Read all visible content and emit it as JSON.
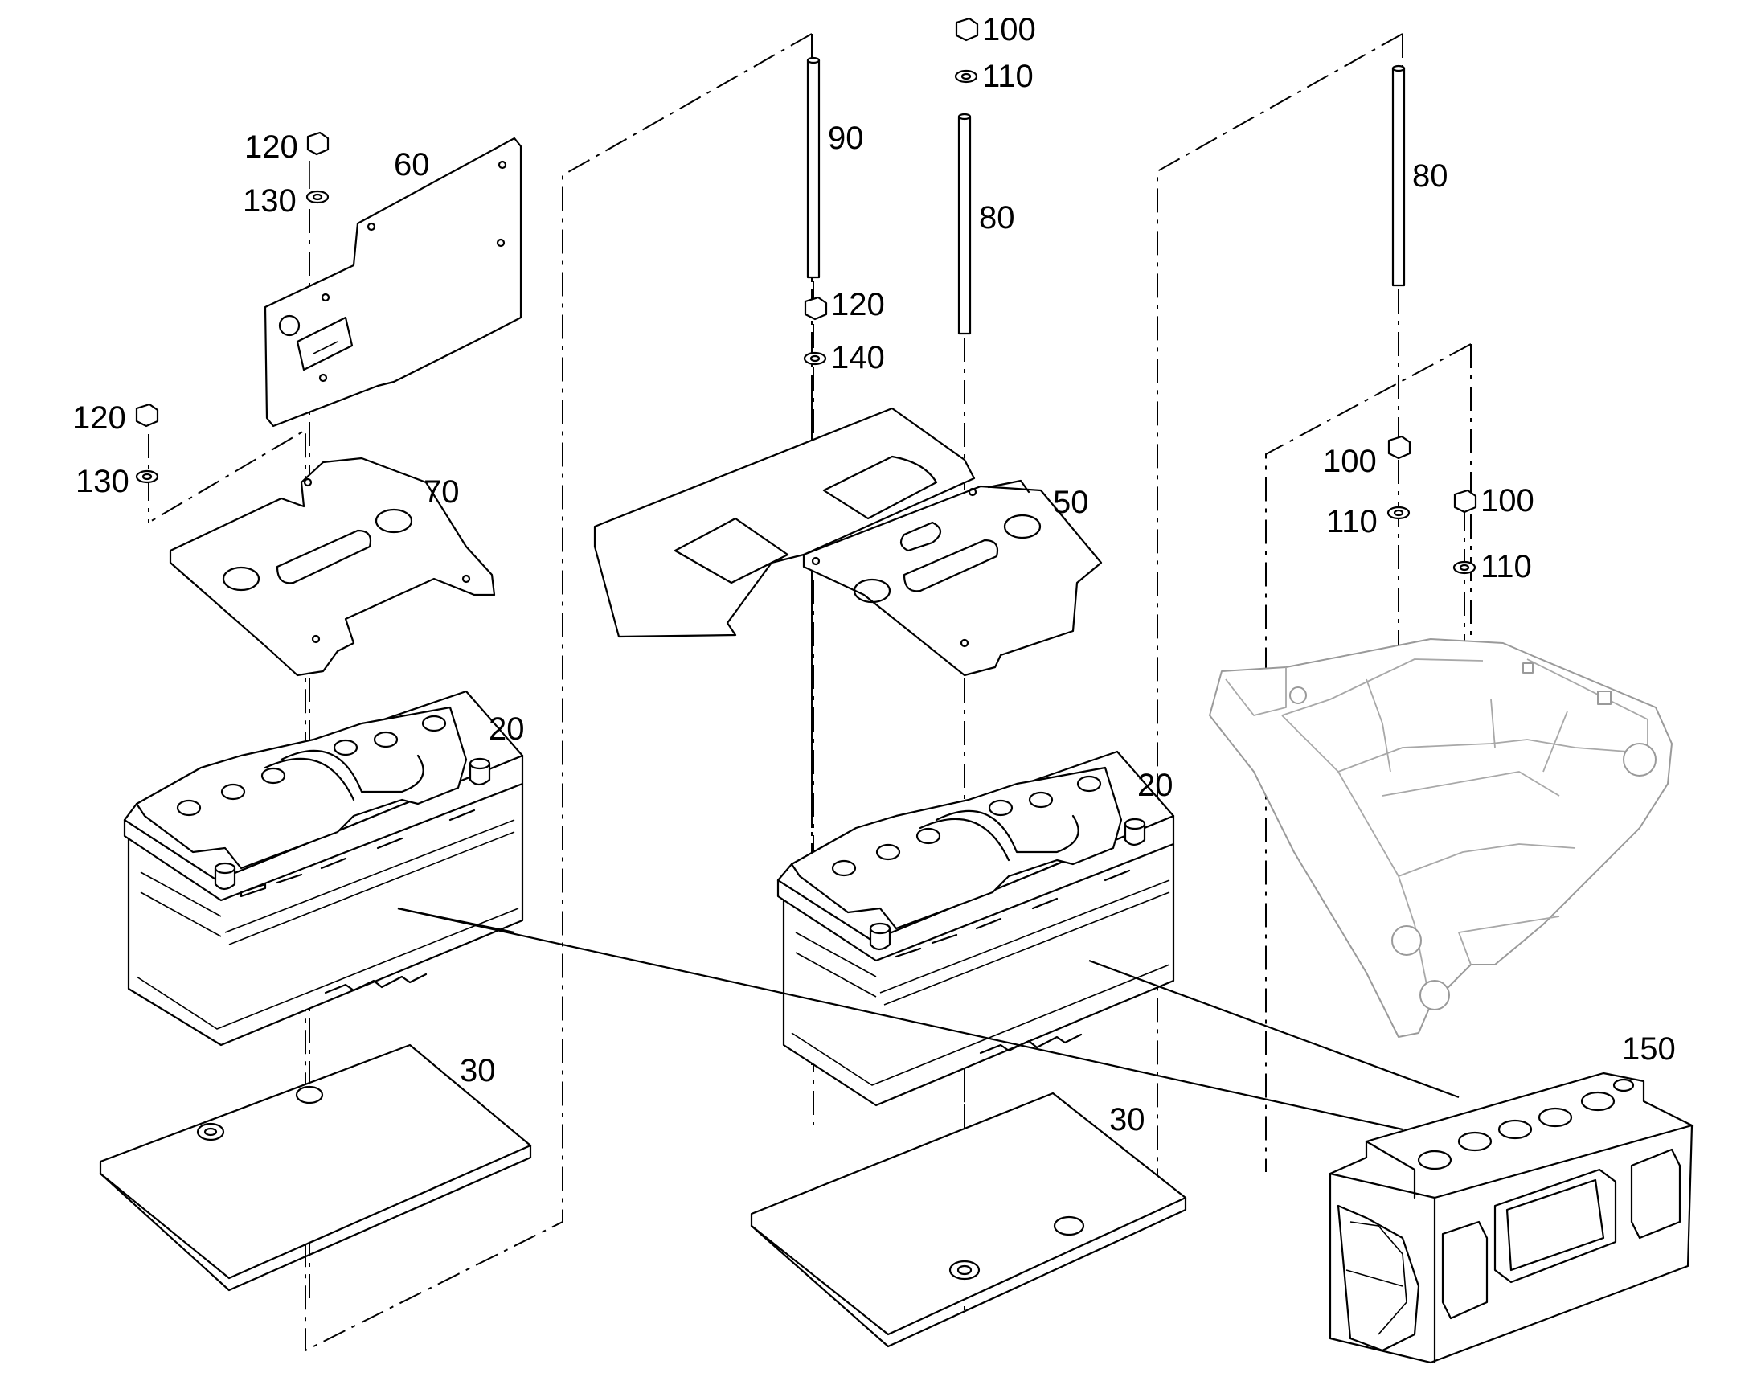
{
  "diagram": {
    "labels": {
      "l20a": "20",
      "l20b": "20",
      "l30a": "30",
      "l30b": "30",
      "l50": "50",
      "l60": "60",
      "l70": "70",
      "l80a": "80",
      "l80b": "80",
      "l90": "90",
      "l100a": "100",
      "l100b": "100",
      "l100c": "100",
      "l110a": "110",
      "l110b": "110",
      "l110c": "110",
      "l120a": "120",
      "l120b": "120",
      "l120c": "120",
      "l130a": "130",
      "l130b": "130",
      "l140": "140",
      "l150": "150"
    }
  }
}
